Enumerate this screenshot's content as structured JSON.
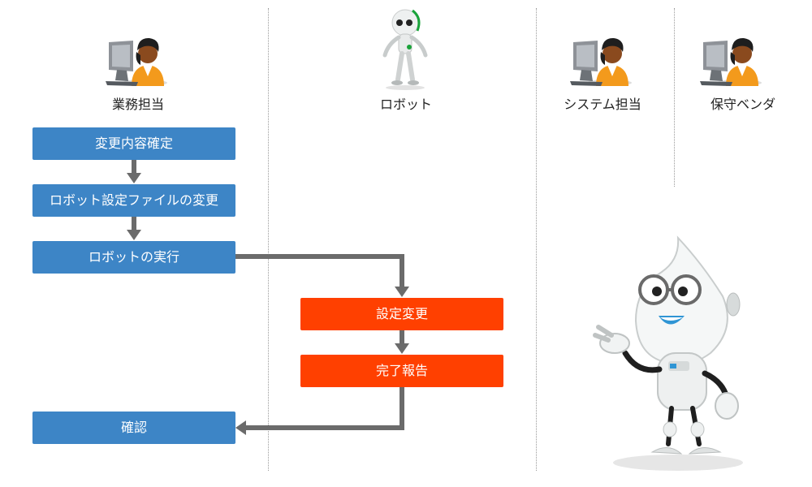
{
  "lanes": {
    "business": "業務担当",
    "robot": "ロボット",
    "system": "システム担当",
    "vendor": "保守ベンダ"
  },
  "steps": {
    "change_content": "変更内容確定",
    "change_config": "ロボット設定ファイルの変更",
    "run_robot": "ロボットの実行",
    "change_settings": "設定変更",
    "report_done": "完了報告",
    "confirm": "確認"
  },
  "icons": {
    "lane_business": "person-at-computer-icon",
    "lane_robot": "robot-icon",
    "lane_system": "person-at-computer-icon",
    "lane_vendor": "person-at-computer-icon",
    "mascot": "robot-mascot-icon"
  },
  "colors": {
    "business_step": "#3d85c6",
    "robot_step": "#ff4000",
    "arrow": "#6b6b6b",
    "divider": "#9a9a9a"
  }
}
